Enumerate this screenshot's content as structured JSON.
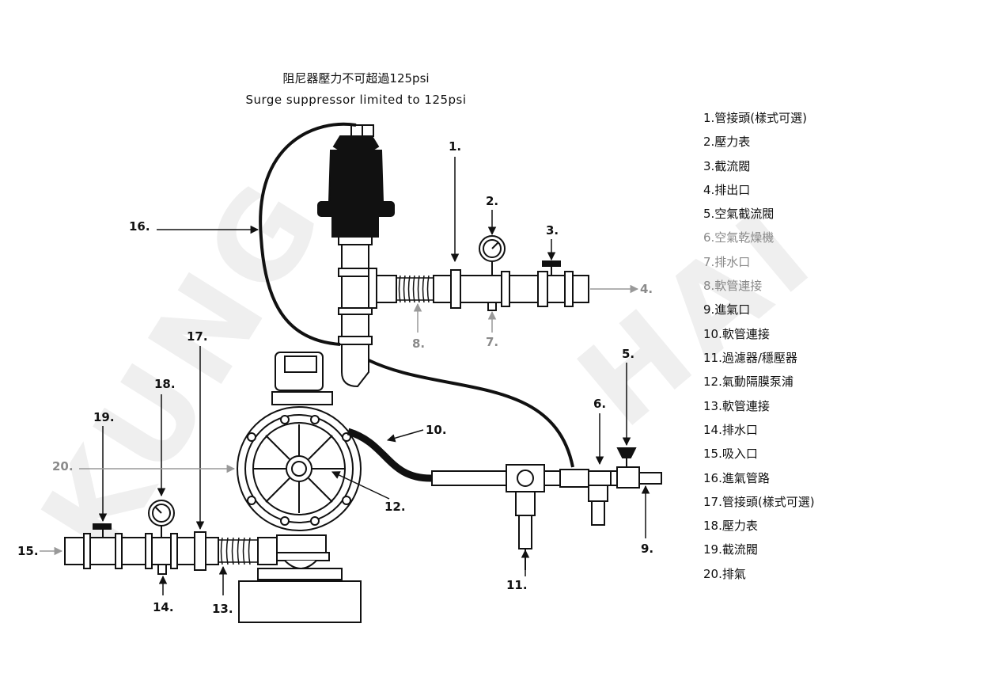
{
  "title_zh": "阻尼器壓力不可超過125psi",
  "title_en": "Surge suppressor limited to 125psi",
  "watermark_1": "KUNG",
  "watermark_2": "HAI",
  "callouts": [
    {
      "num": "1."
    },
    {
      "num": "2."
    },
    {
      "num": "3."
    },
    {
      "num": "4."
    },
    {
      "num": "5."
    },
    {
      "num": "6."
    },
    {
      "num": "7."
    },
    {
      "num": "8."
    },
    {
      "num": "9."
    },
    {
      "num": "10."
    },
    {
      "num": "11."
    },
    {
      "num": "12."
    },
    {
      "num": "13."
    },
    {
      "num": "14."
    },
    {
      "num": "15."
    },
    {
      "num": "16."
    },
    {
      "num": "17."
    },
    {
      "num": "18."
    },
    {
      "num": "19."
    },
    {
      "num": "20."
    }
  ],
  "legend": [
    {
      "text": "1.管接頭(樣式可選)"
    },
    {
      "text": "2.壓力表"
    },
    {
      "text": "3.截流閥"
    },
    {
      "text": "4.排出口"
    },
    {
      "text": "5.空氣截流閥"
    },
    {
      "text": "6.空氣乾燥機"
    },
    {
      "text": "7.排水口"
    },
    {
      "text": "8.軟管連接"
    },
    {
      "text": "9.進氣口"
    },
    {
      "text": "10.軟管連接"
    },
    {
      "text": "11.過濾器/穩壓器"
    },
    {
      "text": "12.氣動隔膜泵浦"
    },
    {
      "text": "13.軟管連接"
    },
    {
      "text": "14.排水口"
    },
    {
      "text": "15.吸入口"
    },
    {
      "text": "16.進氣管路"
    },
    {
      "text": "17.管接頭(樣式可選)"
    },
    {
      "text": "18.壓力表"
    },
    {
      "text": "19.截流閥"
    },
    {
      "text": "20.排氣"
    }
  ]
}
